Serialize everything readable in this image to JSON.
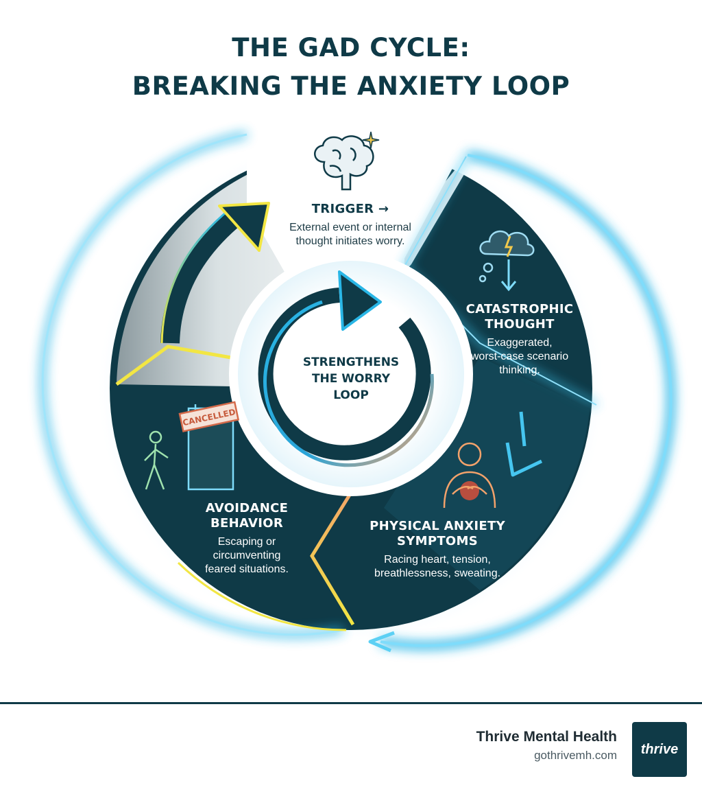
{
  "title": {
    "line1": "THE GAD CYCLE:",
    "line2": "BREAKING THE ANXIETY LOOP"
  },
  "stages": {
    "trigger": {
      "title": "TRIGGER →",
      "desc1": "External event or internal",
      "desc2": "thought initiates worry.",
      "icon": "brain-icon"
    },
    "catastrophic": {
      "title1": "CATASTROPHIC",
      "title2": "THOUGHT",
      "desc1": "Exaggerated,",
      "desc2": "worst-case scenario",
      "desc3": "thinking.",
      "icon": "storm-cloud-icon"
    },
    "physical": {
      "title1": "PHYSICAL ANXIETY",
      "title2": "SYMPTOMS",
      "desc1": "Racing heart, tension,",
      "desc2": "breathlessness, sweating.",
      "icon": "racing-heart-icon"
    },
    "avoidance": {
      "title1": "AVOIDANCE",
      "title2": "BEHAVIOR",
      "desc1": "Escaping or",
      "desc2": "circumventing",
      "desc3": "feared situations.",
      "icon": "walking-away-icon",
      "badge": "CANCELLED"
    }
  },
  "center": {
    "line1": "STRENGTHENS",
    "line2": "THE WORRY",
    "line3": "LOOP"
  },
  "footer": {
    "brand": "Thrive Mental Health",
    "url": "gothrivemh.com",
    "logo": "thrive"
  },
  "colors": {
    "dark_teal": "#0f3a47",
    "cyan_glow": "#29b6e6",
    "yellow": "#f2e643",
    "orange": "#f3a26b"
  }
}
